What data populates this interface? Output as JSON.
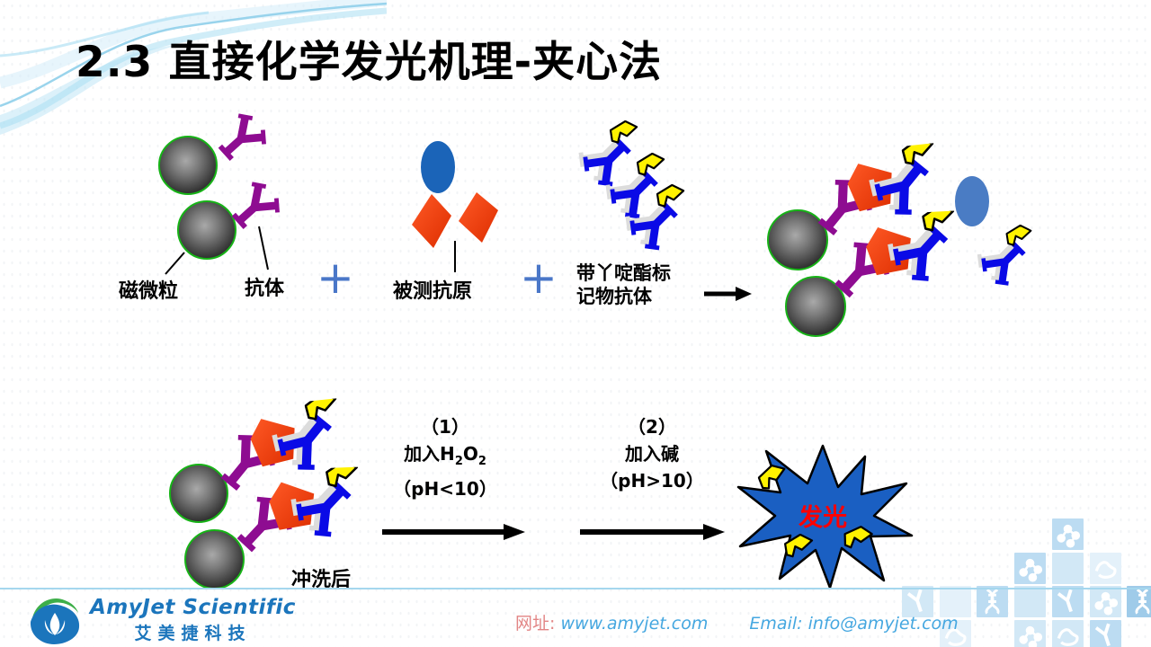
{
  "slide": {
    "title": "2.3 直接化学发光机理-夹心法"
  },
  "diagram": {
    "plus_sign": "+",
    "row1": {
      "magnetic_particle_label": "磁微粒",
      "antibody_label": "抗体",
      "antigen_label": "被测抗原",
      "labeled_antibody_line1": "带丫啶酯标",
      "labeled_antibody_line2": "记物抗体"
    },
    "row2": {
      "after_wash_label": "冲洗后",
      "step1": {
        "num": "（1）",
        "formula_pre": "加入H",
        "sub1": "2",
        "mid": "O",
        "sub2": "2",
        "condition": "（pH<10）"
      },
      "step2": {
        "num": "（2）",
        "line1": "加入碱",
        "condition": "（pH>10）"
      },
      "burst_label": "发光"
    },
    "colors": {
      "bead_ring": "#17b317",
      "purple_antibody": "#8e0c91",
      "blue_antibody": "#0a0ae6",
      "flag_yellow": "#fff200",
      "antigen_red": "#ee3300",
      "antigen_blue": "#1b64b8",
      "free_antigen_blue": "#4a7cc4",
      "plus_blue": "#4a77c8",
      "burst_blue": "#1a5fc2",
      "burst_text_red": "#ff0000"
    }
  },
  "footer": {
    "logo_title": "AmyJet Scientific",
    "logo_subtitle": "艾美捷科技",
    "site_label": "网址:",
    "site_url": "www.amyjet.com",
    "email_label": "Email:",
    "email": "info@amyjet.com"
  },
  "decor": {
    "wave_name": "top-left-wave-decoration",
    "shades": {
      "a": "#e4f1fa",
      "b": "#d2e8f6",
      "c": "#bcdcf2",
      "d": "#9fcbe9"
    },
    "tiles": [
      {
        "r": 0,
        "c": 4,
        "shade": "c",
        "icon": "molecule"
      },
      {
        "r": 1,
        "c": 3,
        "shade": "c",
        "icon": "molecule"
      },
      {
        "r": 1,
        "c": 4,
        "shade": "b",
        "icon": ""
      },
      {
        "r": 1,
        "c": 5,
        "shade": "a",
        "icon": "protein"
      },
      {
        "r": 2,
        "c": 0,
        "shade": "b",
        "icon": "antibody"
      },
      {
        "r": 2,
        "c": 1,
        "shade": "a",
        "icon": ""
      },
      {
        "r": 2,
        "c": 2,
        "shade": "c",
        "icon": "dna"
      },
      {
        "r": 2,
        "c": 3,
        "shade": "b",
        "icon": ""
      },
      {
        "r": 2,
        "c": 4,
        "shade": "c",
        "icon": "antibody"
      },
      {
        "r": 2,
        "c": 5,
        "shade": "b",
        "icon": "molecule"
      },
      {
        "r": 2,
        "c": 6,
        "shade": "d",
        "icon": "dna"
      },
      {
        "r": 3,
        "c": 1,
        "shade": "a",
        "icon": "protein"
      },
      {
        "r": 3,
        "c": 3,
        "shade": "b",
        "icon": "molecule"
      },
      {
        "r": 3,
        "c": 4,
        "shade": "b",
        "icon": "protein"
      },
      {
        "r": 3,
        "c": 5,
        "shade": "c",
        "icon": "antibody"
      }
    ]
  }
}
